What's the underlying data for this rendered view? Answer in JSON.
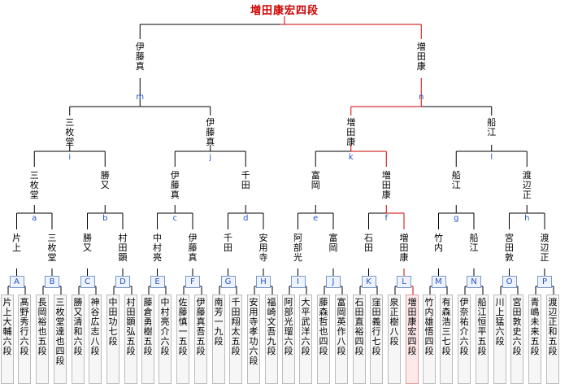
{
  "title": "増田康宏四段",
  "final": {
    "left": "伊藤真",
    "right": "増田康"
  },
  "semis": {
    "m": [
      "三枚堂",
      "伊藤真"
    ],
    "n": [
      "増田康",
      "船江"
    ]
  },
  "quarters": {
    "i": [
      "三枚堂",
      "勝又"
    ],
    "j": [
      "伊藤真",
      "千田"
    ],
    "k": [
      "富岡",
      "増田康"
    ],
    "l": [
      "船江",
      "渡辺正"
    ]
  },
  "r16": {
    "a": [
      "片上",
      "三枚堂"
    ],
    "b": [
      "勝又",
      "村田顕"
    ],
    "c": [
      "中村亮",
      "伊藤真"
    ],
    "d": [
      "千田",
      "安用寺"
    ],
    "e": [
      "阿部光",
      "富岡"
    ],
    "f": [
      "石田",
      "増田康"
    ],
    "g": [
      "竹内",
      "船江"
    ],
    "h": [
      "宮田敦",
      "渡辺正"
    ]
  },
  "r32_labels": [
    "A",
    "B",
    "C",
    "D",
    "E",
    "F",
    "G",
    "H",
    "I",
    "J",
    "K",
    "L",
    "M",
    "N",
    "O",
    "P"
  ],
  "players": [
    "片上大輔六段",
    "髙野秀行六段",
    "長岡裕也五段",
    "三枚堂達也四段",
    "勝又清和六段",
    "神谷広志八段",
    "中田　功七段",
    "村田顕弘五段",
    "藤倉勇樹五段",
    "中村亮介六段",
    "佐藤慎一五段",
    "伊藤真吾五段",
    "南　芳一九段",
    "千田翔太五段",
    "安用寺孝功六段",
    "福崎文吾九段",
    "阿部光瑠六段",
    "大平武洋六段",
    "藤森哲也四段",
    "富岡英作八段",
    "石田直裕四段",
    "窪田義行七段",
    "泉　正樹八段",
    "増田康宏四段",
    "竹内雄悟四段",
    "有森浩三七段",
    "伊奈祐介六段",
    "船江恒平五段",
    "川上　猛六段",
    "宮田敦史六段",
    "青嶋未来五段",
    "渡辺正和五段"
  ],
  "colors": {
    "winner_path": "#cc0000",
    "normal_line": "#000000",
    "label": "#2255cc",
    "winner_box": "#fde9e9"
  }
}
